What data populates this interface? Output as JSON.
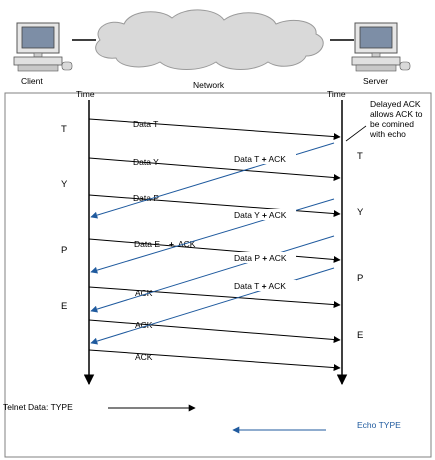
{
  "header": {
    "client_label": "Client",
    "network_label": "Network",
    "server_label": "Server",
    "client_time_label": "Time",
    "server_time_label": "Time"
  },
  "client_chars": [
    "T",
    "Y",
    "P",
    "E"
  ],
  "server_chars": [
    "T",
    "Y",
    "P",
    "E"
  ],
  "client_to_server": [
    {
      "label": "Data T"
    },
    {
      "label": "Data Y"
    },
    {
      "label": "Data P"
    },
    {
      "label": "Data E"
    },
    {
      "label": "ACK"
    },
    {
      "label": "ACK"
    },
    {
      "label": "ACK"
    }
  ],
  "server_to_client": [
    {
      "label": "Data T + ACK"
    },
    {
      "label": "Data Y + ACK"
    },
    {
      "label": "Data P + ACK"
    },
    {
      "label": "Data T + ACK"
    }
  ],
  "plus_symbol": "+",
  "data_e_ack_suffix": "ACK",
  "delayed_ack_note": [
    "Delayed ACK",
    "allows ACK to",
    "be comined",
    "with echo"
  ],
  "legend": {
    "telnet_label": "Telnet Data: TYPE",
    "echo_label": "Echo TYPE"
  },
  "colors": {
    "black_arrow": "#000000",
    "echo_arrow": "#1f5a9e",
    "frame": "#808080",
    "cloud_fill": "#d9d9d9",
    "cloud_stroke": "#9a9a9a"
  },
  "icons": [
    "client-computer-icon",
    "network-cloud-icon",
    "server-computer-icon"
  ]
}
